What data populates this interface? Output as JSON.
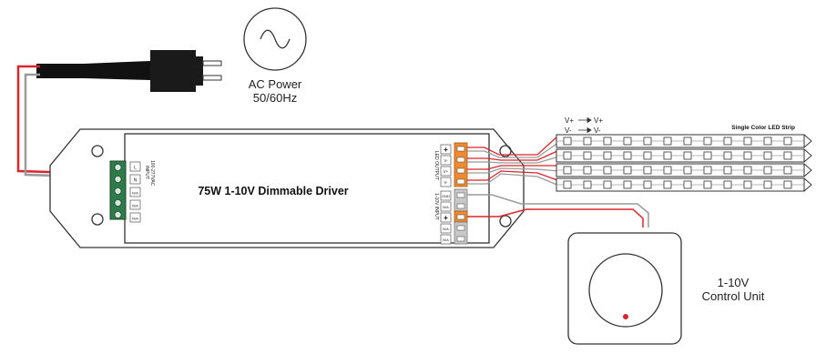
{
  "power_source": {
    "title": "AC Power",
    "frequency": "50/60Hz",
    "symbol_icon": "sine-wave-icon"
  },
  "driver": {
    "title": "75W 1-10V Dimmable Driver",
    "input_label_line1": "INPUT",
    "input_label_line2": "100-277VAC",
    "input_terminals": [
      "L",
      "N",
      "N/A",
      "N/A",
      "N/A"
    ],
    "led_output_label": "LED OUTPUT",
    "output_terminals": [
      "+",
      "V-",
      "V+",
      "V-"
    ],
    "dim_input_label": "1-10V INPUT",
    "dim_terminals": [
      "GND",
      "N/A",
      "+",
      "N/A",
      "N/A"
    ]
  },
  "led_strip": {
    "title": "Single Color LED Strip",
    "polarity_row1": [
      "V+",
      "V+"
    ],
    "polarity_row2": [
      "V-",
      "V-"
    ],
    "strip_count": 4,
    "chips_per_strip": 12
  },
  "control_unit": {
    "line1": "1-10V",
    "line2": "Control Unit"
  },
  "colors": {
    "wire_red": "#d9262c",
    "wire_gray": "#9a9a9a",
    "outline": "#333333",
    "terminal_green": "#2f7a4a",
    "terminal_orange": "#f08a2c"
  }
}
